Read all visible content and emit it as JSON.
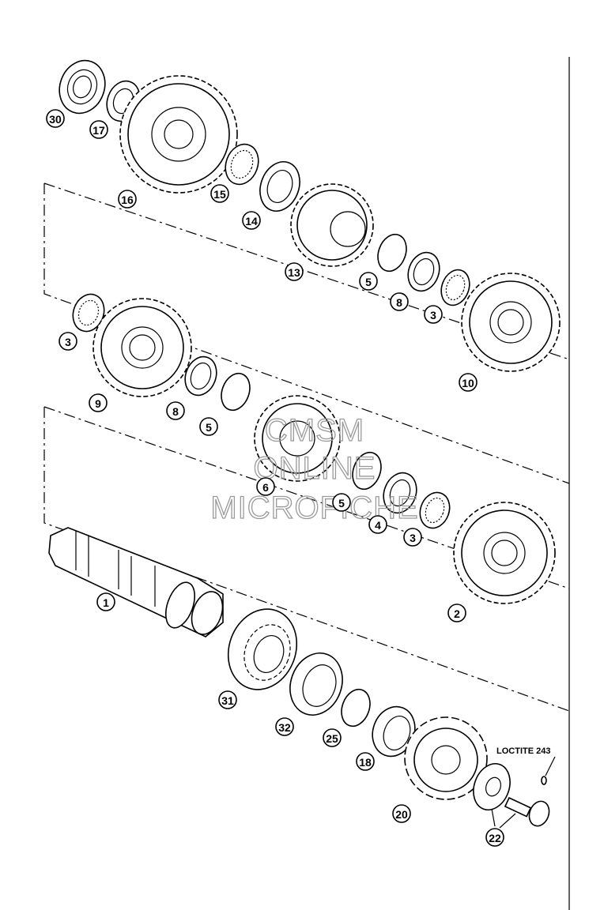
{
  "callouts": [
    "30",
    "17",
    "16",
    "15",
    "14",
    "13",
    "5",
    "8",
    "3",
    "10",
    "3",
    "9",
    "8",
    "5",
    "6",
    "5",
    "4",
    "3",
    "2",
    "1",
    "31",
    "32",
    "25",
    "18",
    "20",
    "22"
  ],
  "note": "LOCTITE 243",
  "watermark": {
    "line1": "CMSM",
    "line2": "ONLINE",
    "line3": "MICROFICHE"
  }
}
